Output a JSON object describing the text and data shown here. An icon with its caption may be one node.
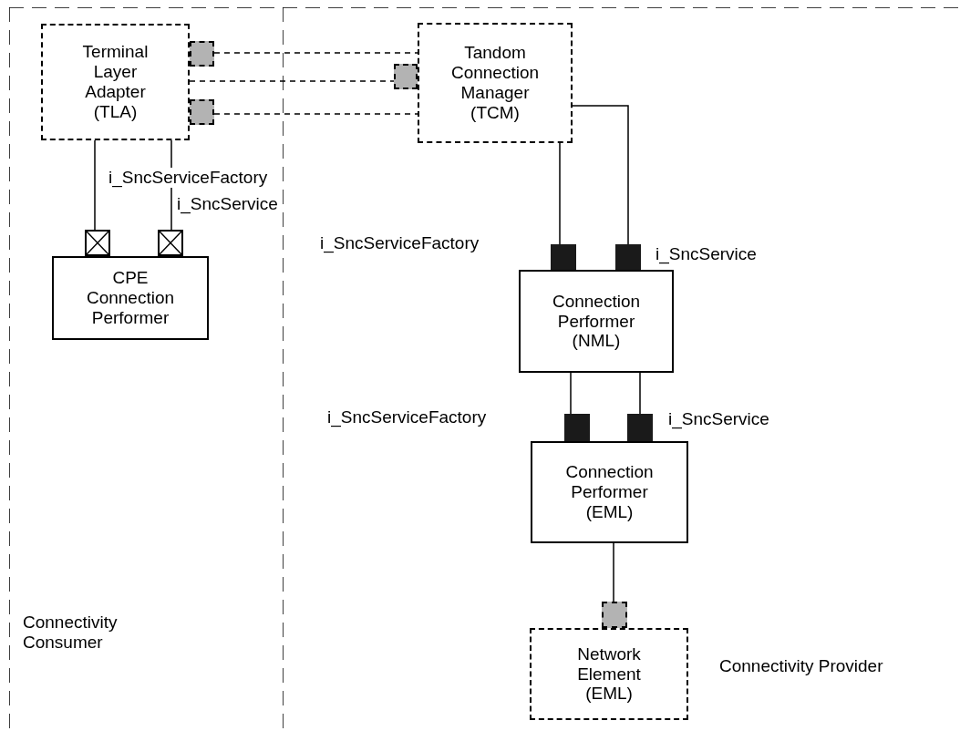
{
  "diagram": {
    "nodes": [
      {
        "text": [
          "Connectivity Consumer"
        ]
      },
      {
        "text": [
          "Connectivity Provider"
        ]
      },
      {
        "text": [
          "Terminal Layer Adapter (TLA)"
        ],
        "in": 0
      },
      {
        "text": [],
        "shape": "box",
        "in": 0
      },
      {
        "text": [],
        "shape": "box",
        "in": 0
      },
      {
        "text": [
          "Tandom Connection Manager (TCM)"
        ],
        "in": 1
      },
      {
        "text": [],
        "shape": "box",
        "in": 1
      },
      {
        "text": [],
        "shape": "box",
        "in": 0
      },
      {
        "text": [],
        "shape": "box",
        "in": 0
      },
      {
        "text": [
          "CPE Connection Performer"
        ],
        "in": 0
      },
      {
        "text": [],
        "shape": "box",
        "in": 1
      },
      {
        "text": [],
        "shape": "box",
        "in": 1
      },
      {
        "text": [
          "Connection Performer (NML)"
        ],
        "in": 1
      },
      {
        "text": [],
        "shape": "box",
        "in": 1
      },
      {
        "text": [],
        "shape": "box",
        "in": 1
      },
      {
        "text": [
          "Connection Performer (EML)"
        ],
        "in": 1
      },
      {
        "text": [],
        "shape": "box",
        "in": 1
      },
      {
        "text": [
          "Network Element (EML)"
        ],
        "in": 1
      }
    ],
    "edges": [
      {
        "from": 3,
        "to": 5,
        "arrow": "none",
        "style": "dashed"
      },
      {
        "from": 2,
        "to": 6,
        "arrow": "none",
        "style": "dashed"
      },
      {
        "from": 4,
        "to": 5,
        "arrow": "none",
        "style": "dashed"
      },
      {
        "from": 2,
        "to": 7,
        "arrow": "none"
      },
      {
        "from": 2,
        "to": 8,
        "arrow": "none"
      },
      {
        "from": 5,
        "to": 10,
        "arrow": "none"
      },
      {
        "from": 5,
        "to": 11,
        "arrow": "none"
      },
      {
        "from": 12,
        "to": 13,
        "arrow": "none"
      },
      {
        "from": 12,
        "to": 14,
        "arrow": "none"
      },
      {
        "from": 15,
        "to": 16,
        "arrow": "none"
      }
    ],
    "labels": [
      "i_SncServiceFactory",
      "i_SncService",
      "i_SncServiceFactory",
      "i_SncService",
      "i_SncServiceFactory",
      "i_SncService"
    ]
  }
}
